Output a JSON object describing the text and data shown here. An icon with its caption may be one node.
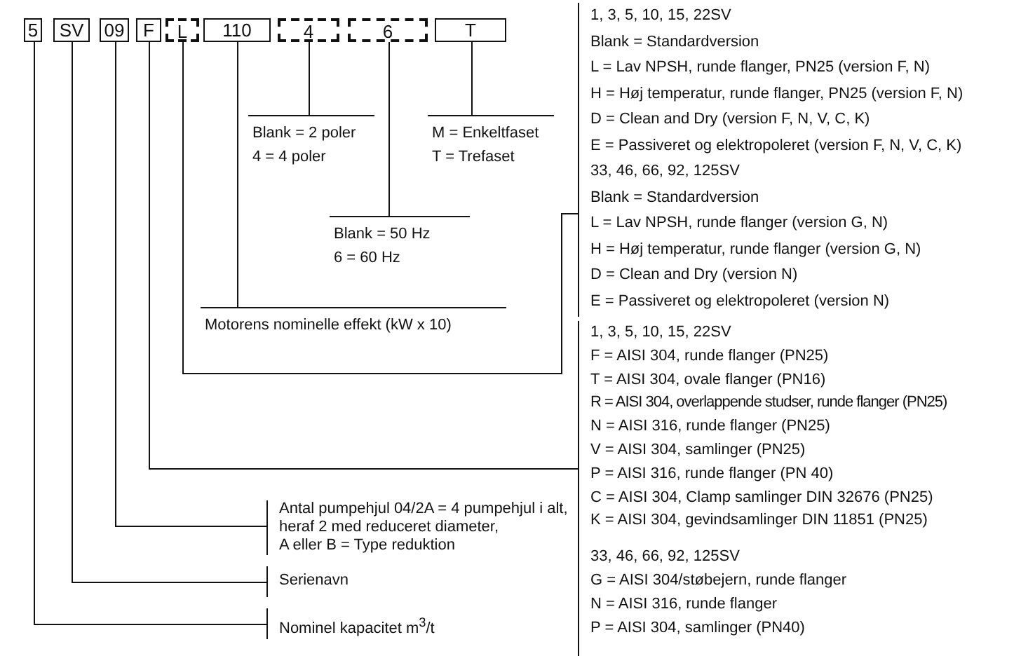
{
  "diagram": {
    "nodes": [
      {
        "text": [
          "5"
        ]
      },
      {
        "text": [
          "SV"
        ]
      },
      {
        "text": [
          "09"
        ]
      },
      {
        "text": [
          "F"
        ]
      },
      {
        "text": [
          "L"
        ]
      },
      {
        "text": [
          "110"
        ]
      },
      {
        "text": [
          "4"
        ]
      },
      {
        "text": [
          "6"
        ]
      },
      {
        "text": [
          "T"
        ]
      },
      {
        "text": [
          "Blank = 2 poler",
          "4 = 4 poler"
        ]
      },
      {
        "text": [
          "M = Enkeltfaset",
          "T = Trefaset"
        ]
      },
      {
        "text": [
          "Blank = 50 Hz",
          "6 = 60 Hz"
        ]
      },
      {
        "text": [
          "Motorens nominelle effekt (kW x 10)"
        ]
      },
      {
        "text": [
          "1, 3, 5, 10, 15, 22SV",
          "Blank = Standardversion",
          "L = Lav NPSH, runde flanger, PN25 (version F, N)",
          "H = Høj temperatur, runde flanger, PN25 (version F, N)",
          "D = Clean and Dry (version F, N, V, C, K)",
          "E = Passiveret og elektropoleret (version F, N, V, C, K)",
          "33, 46, 66, 92, 125SV",
          "Blank = Standardversion",
          "L = Lav NPSH, runde flanger (version G, N)",
          "H = Høj temperatur, runde flanger (version G, N)",
          "D = Clean and Dry (version N)",
          "E = Passiveret og elektropoleret (version N)"
        ]
      },
      {
        "text": [
          "1, 3, 5, 10, 15, 22SV",
          "F = AISI 304, runde flanger (PN25)",
          "T = AISI 304, ovale flanger (PN16)",
          "R = AISI 304, overlappende studser, runde flanger (PN25)",
          "N = AISI 316, runde flanger (PN25)",
          "V = AISI 304, samlinger (PN25)",
          "P = AISI 316, runde flanger (PN 40)",
          "C = AISI 304, Clamp samlinger DIN 32676 (PN25)",
          "K = AISI 304, gevindsamlinger DIN 11851 (PN25)",
          "33, 46, 66, 92, 125SV",
          "G = AISI 304/støbejern, runde flanger",
          "N = AISI 316, runde flanger",
          "P = AISI 304, samlinger (PN40)"
        ]
      },
      {
        "text": [
          "Antal pumpehjul 04/2A = 4 pumpehjul i alt, heraf 2 med reduceret diameter,",
          "A eller B = Type reduktion"
        ]
      },
      {
        "text": [
          "Serienavn"
        ]
      },
      {
        "text": [
          "Nominel kapacitet m$^{3}$/t"
        ]
      }
    ],
    "edges": [
      {
        "from": 6,
        "to": 9,
        "arrow": "none"
      },
      {
        "from": 8,
        "to": 10,
        "arrow": "none"
      },
      {
        "from": 7,
        "to": 11,
        "arrow": "none"
      },
      {
        "from": 5,
        "to": 12,
        "arrow": "none"
      },
      {
        "from": 4,
        "to": 13,
        "arrow": "none"
      },
      {
        "from": 3,
        "to": 14,
        "arrow": "none"
      },
      {
        "from": 2,
        "to": 15,
        "arrow": "none"
      },
      {
        "from": 1,
        "to": 16,
        "arrow": "none"
      },
      {
        "from": 0,
        "to": 17,
        "arrow": "none"
      }
    ]
  }
}
